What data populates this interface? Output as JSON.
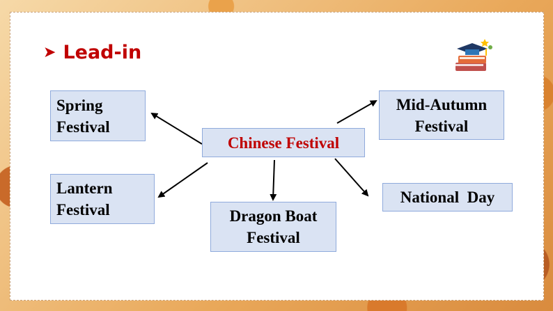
{
  "slide": {
    "title": "Lead-in",
    "center_label": "Chinese Festival",
    "nodes": [
      {
        "line1": "Spring",
        "line2": "Festival"
      },
      {
        "line1": "Lantern",
        "line2": "Festival"
      },
      {
        "line1": "Dragon Boat",
        "line2": "Festival"
      },
      {
        "line1": "Mid-Autumn",
        "line2": "Festival"
      },
      {
        "line1": "National  Day",
        "line2": ""
      }
    ]
  },
  "colors": {
    "title": "#c00000",
    "center_text": "#c00000",
    "box_fill": "#dae3f3",
    "box_border": "#8faadc"
  },
  "icons": [
    "arrow-bullet-icon",
    "books-graduation-cap-icon"
  ]
}
